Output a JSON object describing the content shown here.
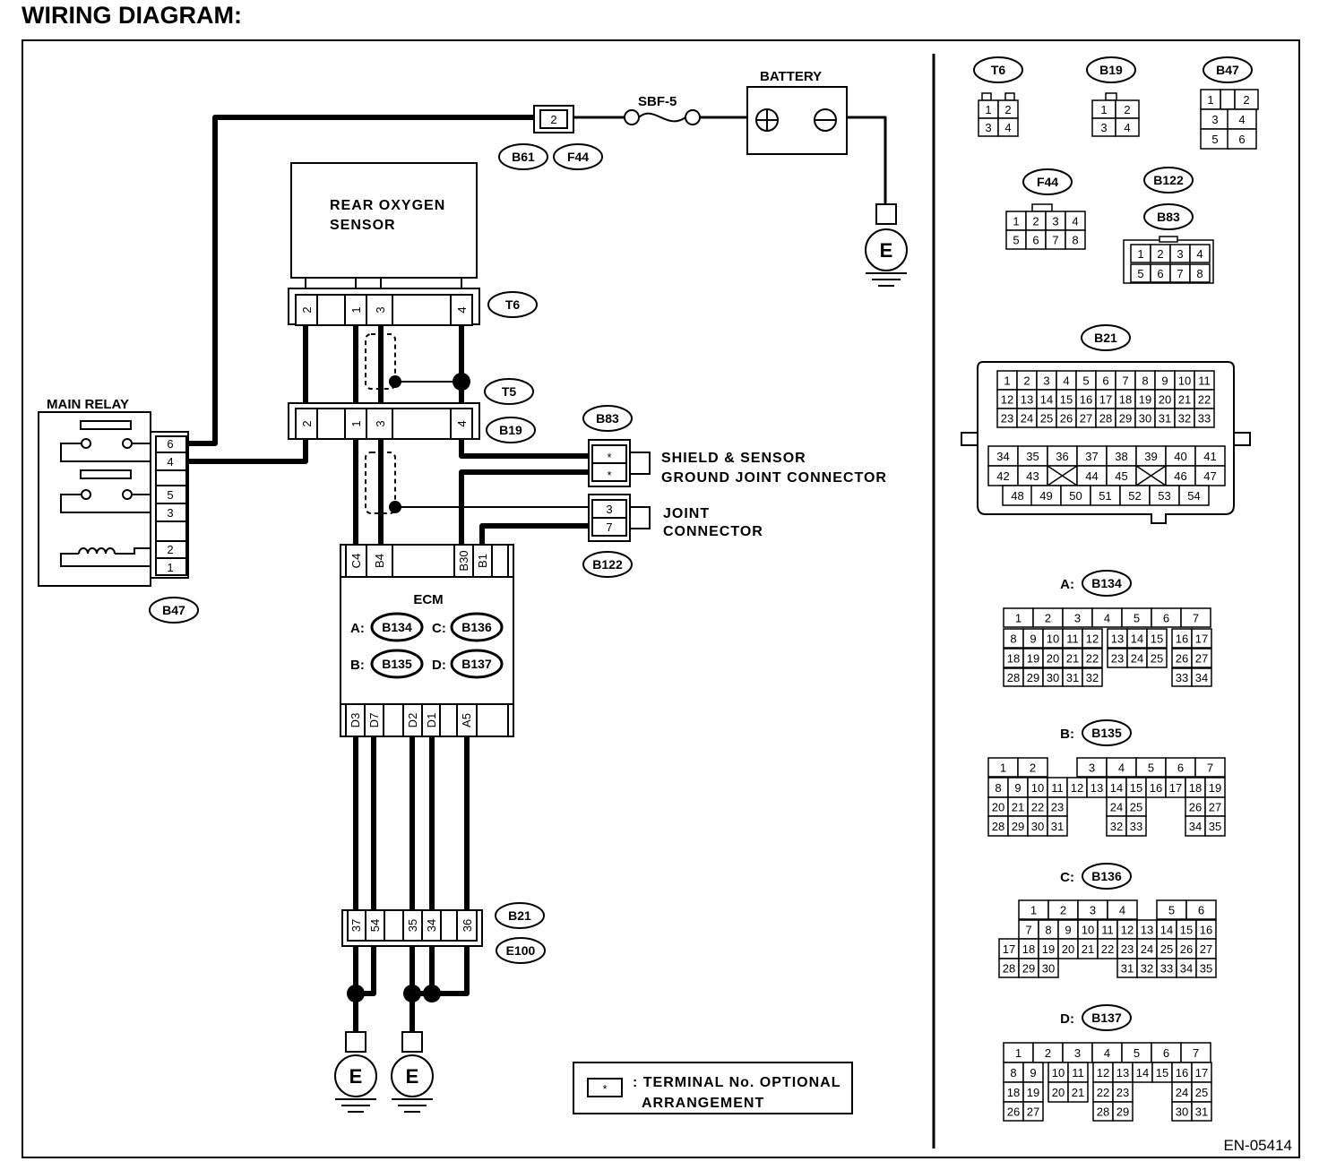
{
  "title": "WIRING DIAGRAM:",
  "figure_code": "EN-05414",
  "components": {
    "battery": "BATTERY",
    "fuse": "SBF-5",
    "rear_oxygen_sensor": [
      "REAR OXYGEN",
      "SENSOR"
    ],
    "main_relay": "MAIN RELAY",
    "ecm": "ECM",
    "shield_joint": [
      "SHIELD & SENSOR",
      "GROUND JOINT CONNECTOR"
    ],
    "joint_connector": [
      "JOINT",
      "CONNECTOR"
    ],
    "ground": "E",
    "battery_plus": "+",
    "battery_minus": "−"
  },
  "connector_ids": {
    "b61": "B61",
    "f44": "F44",
    "t6": "T6",
    "t5": "T5",
    "b19": "B19",
    "b83": "B83",
    "b122": "B122",
    "b47": "B47",
    "b21": "B21",
    "e100": "E100"
  },
  "fuse_connector_pin": "2",
  "t6_pins": [
    "2",
    "1",
    "3",
    "4"
  ],
  "b19_pins": [
    "2",
    "1",
    "3",
    "4"
  ],
  "relay_pins": [
    "6",
    "4",
    "5",
    "3",
    "2",
    "1"
  ],
  "ecm_top_pins": [
    "C4",
    "B4",
    "B30",
    "B1"
  ],
  "ecm_bottom_pins": [
    "D3",
    "D7",
    "D2",
    "D1",
    "A5"
  ],
  "b21_terminal_pins": [
    "37",
    "54",
    "35",
    "34",
    "36"
  ],
  "b83_pins": [
    "*",
    "*"
  ],
  "b122_pins": [
    "3",
    "7"
  ],
  "ecm_connectors": {
    "a_prefix": "A:",
    "a": "B134",
    "b_prefix": "B:",
    "b": "B135",
    "c_prefix": "C:",
    "c": "B136",
    "d_prefix": "D:",
    "d": "B137"
  },
  "legend": {
    "symbol": "*",
    "line1": ": TERMINAL No. OPTIONAL",
    "line2": "ARRANGEMENT"
  },
  "pinouts": {
    "t6": {
      "label": "T6",
      "rows": [
        [
          "1",
          "2"
        ],
        [
          "3",
          "4"
        ]
      ]
    },
    "b19": {
      "label": "B19",
      "rows": [
        [
          "1",
          "2"
        ],
        [
          "3",
          "4"
        ]
      ]
    },
    "b47": {
      "label": "B47",
      "rows": [
        [
          "1",
          "2"
        ],
        [
          "3",
          "4"
        ],
        [
          "5",
          "6"
        ]
      ]
    },
    "f44": {
      "label": "F44",
      "rows": [
        [
          "1",
          "2",
          "3",
          "4"
        ],
        [
          "5",
          "6",
          "7",
          "8"
        ]
      ]
    },
    "b122": {
      "labels": [
        "B122",
        "B83"
      ],
      "rows": [
        [
          "1",
          "2",
          "3",
          "4"
        ],
        [
          "5",
          "6",
          "7",
          "8"
        ]
      ]
    },
    "b21": {
      "label": "B21",
      "rows": [
        [
          "1",
          "2",
          "3",
          "4",
          "5",
          "6",
          "7",
          "8",
          "9",
          "10",
          "11"
        ],
        [
          "12",
          "13",
          "14",
          "15",
          "16",
          "17",
          "18",
          "19",
          "20",
          "21",
          "22"
        ],
        [
          "23",
          "24",
          "25",
          "26",
          "27",
          "28",
          "29",
          "30",
          "31",
          "32",
          "33"
        ],
        [
          "34",
          "35",
          "36",
          "37",
          "38",
          "39",
          "40",
          "41"
        ],
        [
          "42",
          "43",
          "",
          "44",
          "45",
          "",
          "46",
          "47"
        ],
        [
          "48",
          "49",
          "50",
          "51",
          "52",
          "53",
          "54"
        ]
      ]
    },
    "a": {
      "prefix": "A:",
      "label": "B134",
      "rows": [
        [
          "1",
          "2",
          "3",
          "4",
          "5",
          "6",
          "7"
        ],
        [
          "8",
          "9",
          "10",
          "11",
          "12",
          "13",
          "14",
          "15",
          "16",
          "17"
        ],
        [
          "18",
          "19",
          "20",
          "21",
          "22",
          "23",
          "24",
          "25",
          "26",
          "27"
        ],
        [
          "28",
          "29",
          "30",
          "31",
          "32",
          "33",
          "34"
        ]
      ]
    },
    "b": {
      "prefix": "B:",
      "label": "B135",
      "rows": [
        [
          "1",
          "2",
          "3",
          "4",
          "5",
          "6",
          "7"
        ],
        [
          "8",
          "9",
          "10",
          "11",
          "12",
          "13",
          "14",
          "15",
          "16",
          "17",
          "18",
          "19"
        ],
        [
          "20",
          "21",
          "22",
          "23",
          "24",
          "25",
          "26",
          "27"
        ],
        [
          "28",
          "29",
          "30",
          "31",
          "32",
          "33",
          "34",
          "35"
        ]
      ]
    },
    "c": {
      "prefix": "C:",
      "label": "B136",
      "rows": [
        [
          "1",
          "2",
          "3",
          "4",
          "5",
          "6"
        ],
        [
          "7",
          "8",
          "9",
          "10",
          "11",
          "12",
          "13",
          "14",
          "15",
          "16"
        ],
        [
          "17",
          "18",
          "19",
          "20",
          "21",
          "22",
          "23",
          "24",
          "25",
          "26",
          "27"
        ],
        [
          "28",
          "29",
          "30",
          "31",
          "32",
          "33",
          "34",
          "35"
        ]
      ]
    },
    "d": {
      "prefix": "D:",
      "label": "B137",
      "rows": [
        [
          "1",
          "2",
          "3",
          "4",
          "5",
          "6",
          "7"
        ],
        [
          "8",
          "9",
          "10",
          "11",
          "12",
          "13",
          "14",
          "15",
          "16",
          "17"
        ],
        [
          "18",
          "19",
          "20",
          "21",
          "22",
          "23",
          "24",
          "25"
        ],
        [
          "26",
          "27",
          "28",
          "29",
          "30",
          "31"
        ]
      ]
    }
  }
}
